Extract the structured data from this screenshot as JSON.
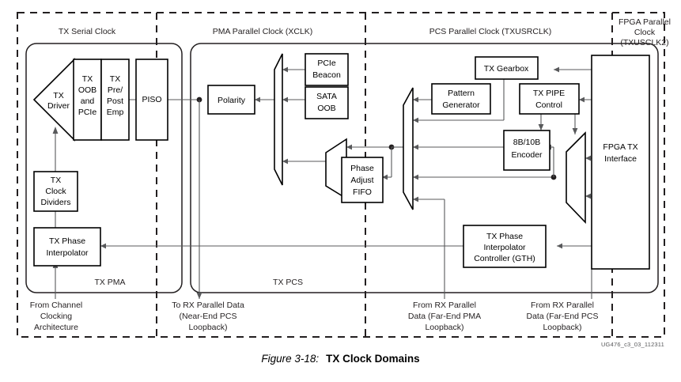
{
  "figure": {
    "number": "Figure 3-18:",
    "title": "TX Clock Domains",
    "doc_id": "UG476_c3_03_112311"
  },
  "clock_domains": [
    {
      "id": "tx-serial-clock",
      "label": "TX Serial Clock"
    },
    {
      "id": "pma-parallel-clock",
      "label": "PMA Parallel Clock (XCLK)"
    },
    {
      "id": "pcs-parallel-clock",
      "label": "PCS Parallel Clock (TXUSRCLK)"
    },
    {
      "id": "fpga-parallel-clock",
      "label_line1": "FPGA Parallel",
      "label_line2": "Clock",
      "label_line3": "(TXUSCLK2)"
    }
  ],
  "regions": [
    {
      "id": "tx-pma",
      "label": "TX PMA"
    },
    {
      "id": "tx-pcs",
      "label": "TX PCS"
    }
  ],
  "blocks": {
    "tx_driver": {
      "lines": [
        "TX",
        "Driver"
      ]
    },
    "tx_oob_pcie": {
      "lines": [
        "TX",
        "OOB",
        "and",
        "PCIe"
      ]
    },
    "tx_pre_post": {
      "lines": [
        "TX",
        "Pre/",
        "Post",
        "Emp"
      ]
    },
    "piso": {
      "lines": [
        "PISO"
      ]
    },
    "tx_clock_dividers": {
      "lines": [
        "TX",
        "Clock",
        "Dividers"
      ]
    },
    "tx_phase_interp": {
      "lines": [
        "TX Phase",
        "Interpolator"
      ]
    },
    "polarity": {
      "lines": [
        "Polarity"
      ]
    },
    "pcie_beacon": {
      "lines": [
        "PCIe",
        "Beacon"
      ]
    },
    "sata_oob": {
      "lines": [
        "SATA",
        "OOB"
      ]
    },
    "phase_adjust_fifo": {
      "lines": [
        "Phase",
        "Adjust",
        "FIFO"
      ]
    },
    "tx_gearbox": {
      "lines": [
        "TX Gearbox"
      ]
    },
    "pattern_generator": {
      "lines": [
        "Pattern",
        "Generator"
      ]
    },
    "tx_pipe_control": {
      "lines": [
        "TX PIPE",
        "Control"
      ]
    },
    "encoder_8b10b": {
      "lines": [
        "8B/10B",
        "Encoder"
      ]
    },
    "tx_pi_controller": {
      "lines": [
        "TX Phase",
        "Interpolator",
        "Controller (GTH)"
      ]
    },
    "fpga_tx_interface": {
      "lines": [
        "FPGA TX",
        "Interface"
      ]
    }
  },
  "muxes": [
    {
      "id": "pma-serial-mux",
      "inputs": 3
    },
    {
      "id": "pma-loopback-mux",
      "inputs": 2
    },
    {
      "id": "pcs-select-mux",
      "inputs": 5
    },
    {
      "id": "fpga-select-mux",
      "inputs": 3
    }
  ],
  "footnotes": [
    {
      "id": "from-channel-clocking",
      "lines": [
        "From Channel",
        "Clocking",
        "Architecture"
      ]
    },
    {
      "id": "to-rx-near-end-pcs",
      "lines": [
        "To RX Parallel Data",
        "(Near-End PCS",
        "Loopback)"
      ]
    },
    {
      "id": "from-rx-far-end-pma",
      "lines": [
        "From RX Parallel",
        "Data (Far-End PMA",
        "Loopback)"
      ]
    },
    {
      "id": "from-rx-far-end-pcs",
      "lines": [
        "From RX Parallel",
        "Data (Far-End PCS",
        "Loopback)"
      ]
    }
  ],
  "colors": {
    "line": "#231f20",
    "wire": "#58595b",
    "background": "#ffffff"
  }
}
